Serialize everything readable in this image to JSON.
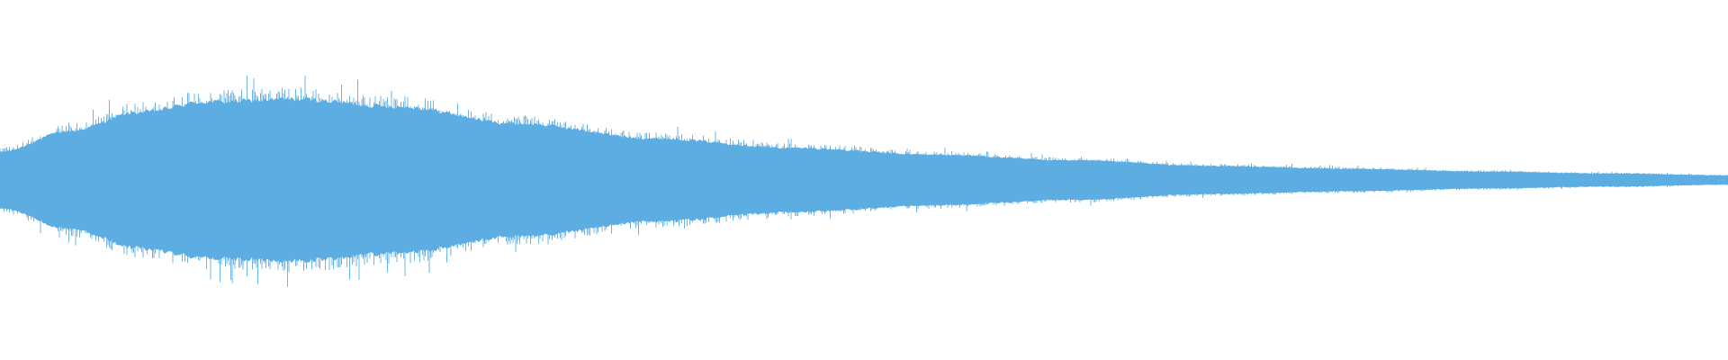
{
  "waveform": {
    "color": "#5DADE2",
    "background": "#FFFFFF",
    "sample_count": 1920,
    "envelope": {
      "description_points": [
        {
          "t": 0.0,
          "amp": 0.3
        },
        {
          "t": 0.04,
          "amp": 0.52
        },
        {
          "t": 0.08,
          "amp": 0.72
        },
        {
          "t": 0.12,
          "amp": 0.83
        },
        {
          "t": 0.17,
          "amp": 0.86
        },
        {
          "t": 0.23,
          "amp": 0.78
        },
        {
          "t": 0.3,
          "amp": 0.6
        },
        {
          "t": 0.38,
          "amp": 0.44
        },
        {
          "t": 0.46,
          "amp": 0.34
        },
        {
          "t": 0.54,
          "amp": 0.27
        },
        {
          "t": 0.62,
          "amp": 0.21
        },
        {
          "t": 0.7,
          "amp": 0.15
        },
        {
          "t": 0.78,
          "amp": 0.12
        },
        {
          "t": 0.86,
          "amp": 0.09
        },
        {
          "t": 0.93,
          "amp": 0.07
        },
        {
          "t": 1.0,
          "amp": 0.05
        }
      ]
    },
    "spike_density": 0.55,
    "spike_extra": 0.14
  }
}
